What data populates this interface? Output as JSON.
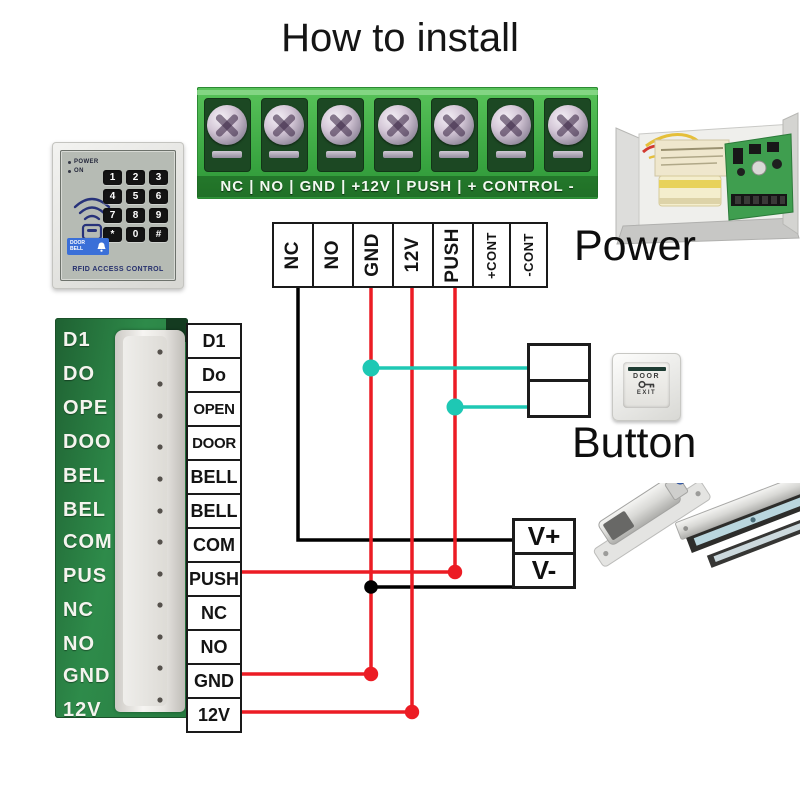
{
  "title": "How to install",
  "power_label": "Power",
  "button_label": "Button",
  "terminal_block": {
    "strip": "NC | NO | GND | +12V | PUSH | + CONTROL -"
  },
  "top_terminals": [
    "NC",
    "NO",
    "GND",
    "12V",
    "PUSH",
    "+CONT",
    "-CONT"
  ],
  "board_silkscreen": [
    "D1",
    "DO",
    "OPE",
    "DOO",
    "BEL",
    "BEL",
    "COM",
    "PUS",
    "NC",
    "NO",
    "GND",
    "12V"
  ],
  "pin_labels": [
    "D1",
    "Do",
    "OPEN",
    "DOOR",
    "BELL",
    "BELL",
    "COM",
    "PUSH",
    "NC",
    "NO",
    "GND",
    "12V"
  ],
  "lock_terminals": [
    "V+",
    "V-"
  ],
  "exit_button": {
    "door": "DOOR",
    "exit": "EXIT"
  },
  "keypad": {
    "power_led": "POWER",
    "on_led": "ON",
    "keys": [
      "1",
      "2",
      "3",
      "4",
      "5",
      "6",
      "7",
      "8",
      "9",
      "*",
      "0",
      "#"
    ],
    "doorbell": "DOOR BELL",
    "brand": "RFID ACCESS CONTROL"
  },
  "colors": {
    "wire_red": "#ec1c24",
    "wire_black": "#000000",
    "wire_teal": "#1ec8b4",
    "pcb_green": "#2e8b4a",
    "terminal_block_green": "#3aa93f",
    "doorbell_blue": "#3a6fd8"
  }
}
